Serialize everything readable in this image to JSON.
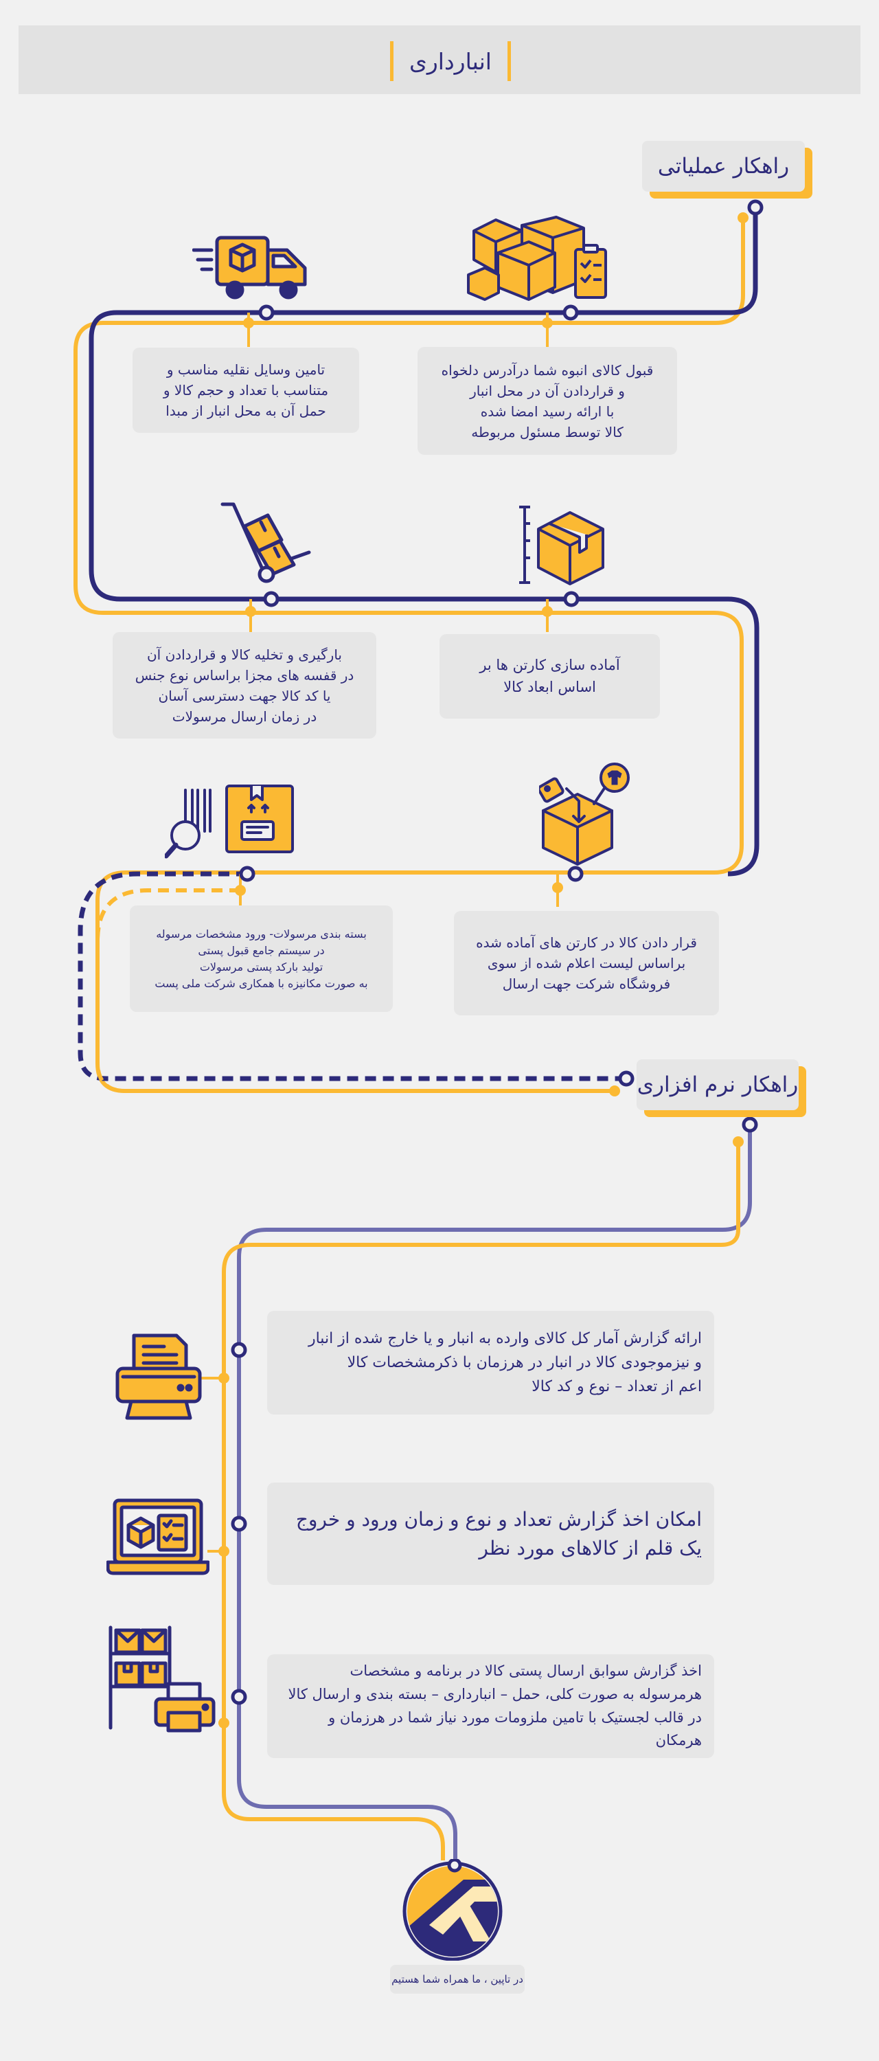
{
  "page_title": "انبارداری",
  "sections": {
    "operational": "راهکار عملیاتی",
    "software": "راهکار نرم افزاری"
  },
  "operational_steps": [
    {
      "icon": "boxes-clipboard-icon",
      "text": "قبول کالای انبوه شما درآدرس دلخواه\nو قراردادن آن در محل انبار\nبا ارائه رسید امضا شده\nکالا توسط مسئول مربوطه"
    },
    {
      "icon": "delivery-truck-icon",
      "text": "تامین وسایل نقلیه مناسب و\nمتناسب با تعداد و حجم کالا و\nحمل آن به محل انبار از مبدا"
    },
    {
      "icon": "measured-box-icon",
      "text": "آماده سازی کارتن ها بر\nاساس ابعاد کالا"
    },
    {
      "icon": "hand-truck-icon",
      "text": "بارگیری و تخلیه کالا و قراردادن آن\nدر قفسه های مجزا براساس نوع جنس\nیا کد کالا جهت دسترسی آسان\nدر زمان ارسال مرسولات"
    },
    {
      "icon": "packing-box-icon",
      "text": "قرار دادن کالا در کارتن های آماده شده\nبراساس لیست اعلام شده از سوی\nفروشگاه شرکت جهت ارسال"
    },
    {
      "icon": "barcode-scan-icon",
      "text": "بسته بندی مرسولات- ورود مشخصات مرسوله\nدر سیستم جامع قبول پستی\nتولید بارکد پستی مرسولات\nبه صورت مکانیزه با همکاری شرکت ملی پست"
    }
  ],
  "software_steps": [
    {
      "icon": "printer-icon",
      "text": "ارائه گزارش آمار کل کالای وارده به انبار و یا خارج شده از انبار\nو نیزموجودی کالا در انبار در هرزمان با ذکرمشخصات کالا\nاعم از تعداد – نوع و کد کالا"
    },
    {
      "icon": "laptop-report-icon",
      "text": "امکان اخذ گزارش تعداد و نوع و زمان ورود و خروج\nیک قلم از کالاهای مورد نظر"
    },
    {
      "icon": "warehouse-printer-icon",
      "text": "اخذ گزارش سوابق ارسال پستی کالا در برنامه و مشخصات\nهرمرسوله به صورت کلی، حمل – انبارداری – بسته بندی و ارسال کالا\nدر قالب لجستیک با تامین ملزومات مورد نیاز شما در هرزمان و\nهرمکان"
    }
  ],
  "footer": {
    "logo_icon": "company-logo-icon",
    "tagline": "در تاپین ، ما همراه شما هستیم"
  },
  "colors": {
    "navy": "#2d2a7a",
    "yellow": "#fbb933",
    "background": "#f1f1f1",
    "box": "#e6e6e6",
    "software_line": "#6e6db0"
  }
}
